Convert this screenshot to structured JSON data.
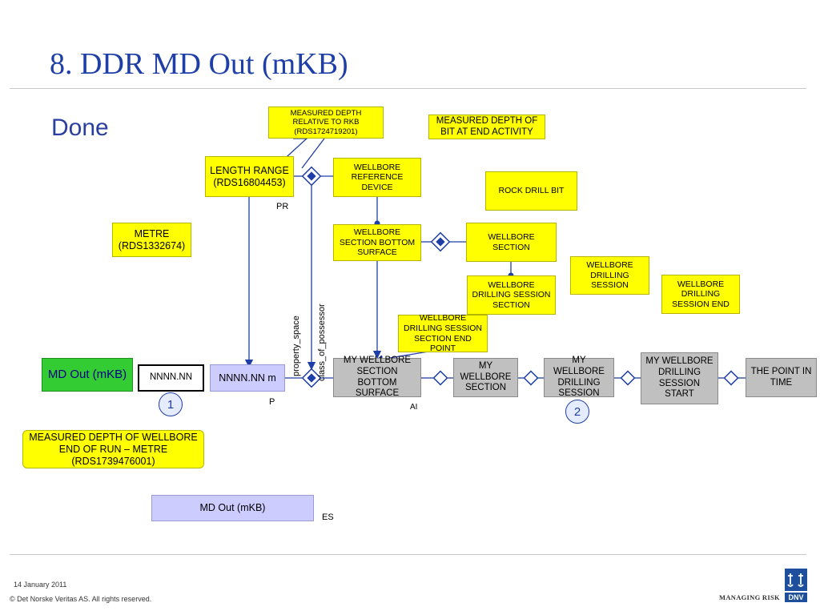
{
  "slide": {
    "title": "8. DDR MD Out (mKB)",
    "subtitle": "Done"
  },
  "boxes": {
    "measured_depth_rkb": "MEASURED DEPTH RELATIVE TO RKB (RDS1724719201)",
    "measured_depth_bit": "MEASURED DEPTH OF BIT AT END ACTIVITY",
    "length_range": "LENGTH RANGE (RDS16804453)",
    "wellbore_reference_device": "WELLBORE REFERENCE DEVICE",
    "rock_drill_bit": "ROCK DRILL BIT",
    "metre": "METRE (RDS1332674)",
    "wellbore_section_bottom_surface": "WELLBORE SECTION BOTTOM SURFACE",
    "wellbore_section": "WELLBORE SECTION",
    "wellbore_drilling_session": "WELLBORE DRILLING SESSION",
    "wellbore_drilling_session_section": "WELLBORE DRILLING SESSION SECTION",
    "wellbore_drilling_session_end": "WELLBORE DRILLING SESSION END",
    "wellbore_drilling_session_section_end_point": "WELLBORE DRILLING SESSION SECTION END POINT",
    "md_out_green": "MD Out (mKB)",
    "nnnn_nn": "NNNN.NN",
    "nnnn_nn_m": "NNNN.NN m",
    "my_wellbore_section_bottom_surface": "MY WELLBORE SECTION BOTTOM SURFACE",
    "my_wellbore_section": "MY WELLBORE SECTION",
    "my_wellbore_drilling_session": "MY WELLBORE DRILLING SESSION",
    "my_wellbore_drilling_session_start": "MY WELLBORE DRILLING SESSION START",
    "the_point_in_time": "THE POINT IN TIME",
    "measured_depth_end_of_run": "MEASURED DEPTH OF WELLBORE END OF RUN – METRE (RDS1739476001)",
    "md_out_lavender": "MD Out (mKB)"
  },
  "labels": {
    "pr": "PR",
    "p": "P",
    "ai": "AI",
    "es": "ES",
    "property_space": "property_space",
    "class_of_possessor": "class_of_possessor",
    "circle_1": "1",
    "circle_2": "2"
  },
  "footer": {
    "date": "14 January 2011",
    "copyright": "© Det Norske Veritas AS. All rights reserved.",
    "managing_risk": "MANAGING RISK",
    "logo_text": "DNV"
  },
  "colors": {
    "title": "#1f3fa8",
    "connector": "#1f3fa8",
    "yellow": "#ffff00",
    "gray": "#c0c0c0",
    "lavender": "#ccccff",
    "green": "#33cc33"
  }
}
